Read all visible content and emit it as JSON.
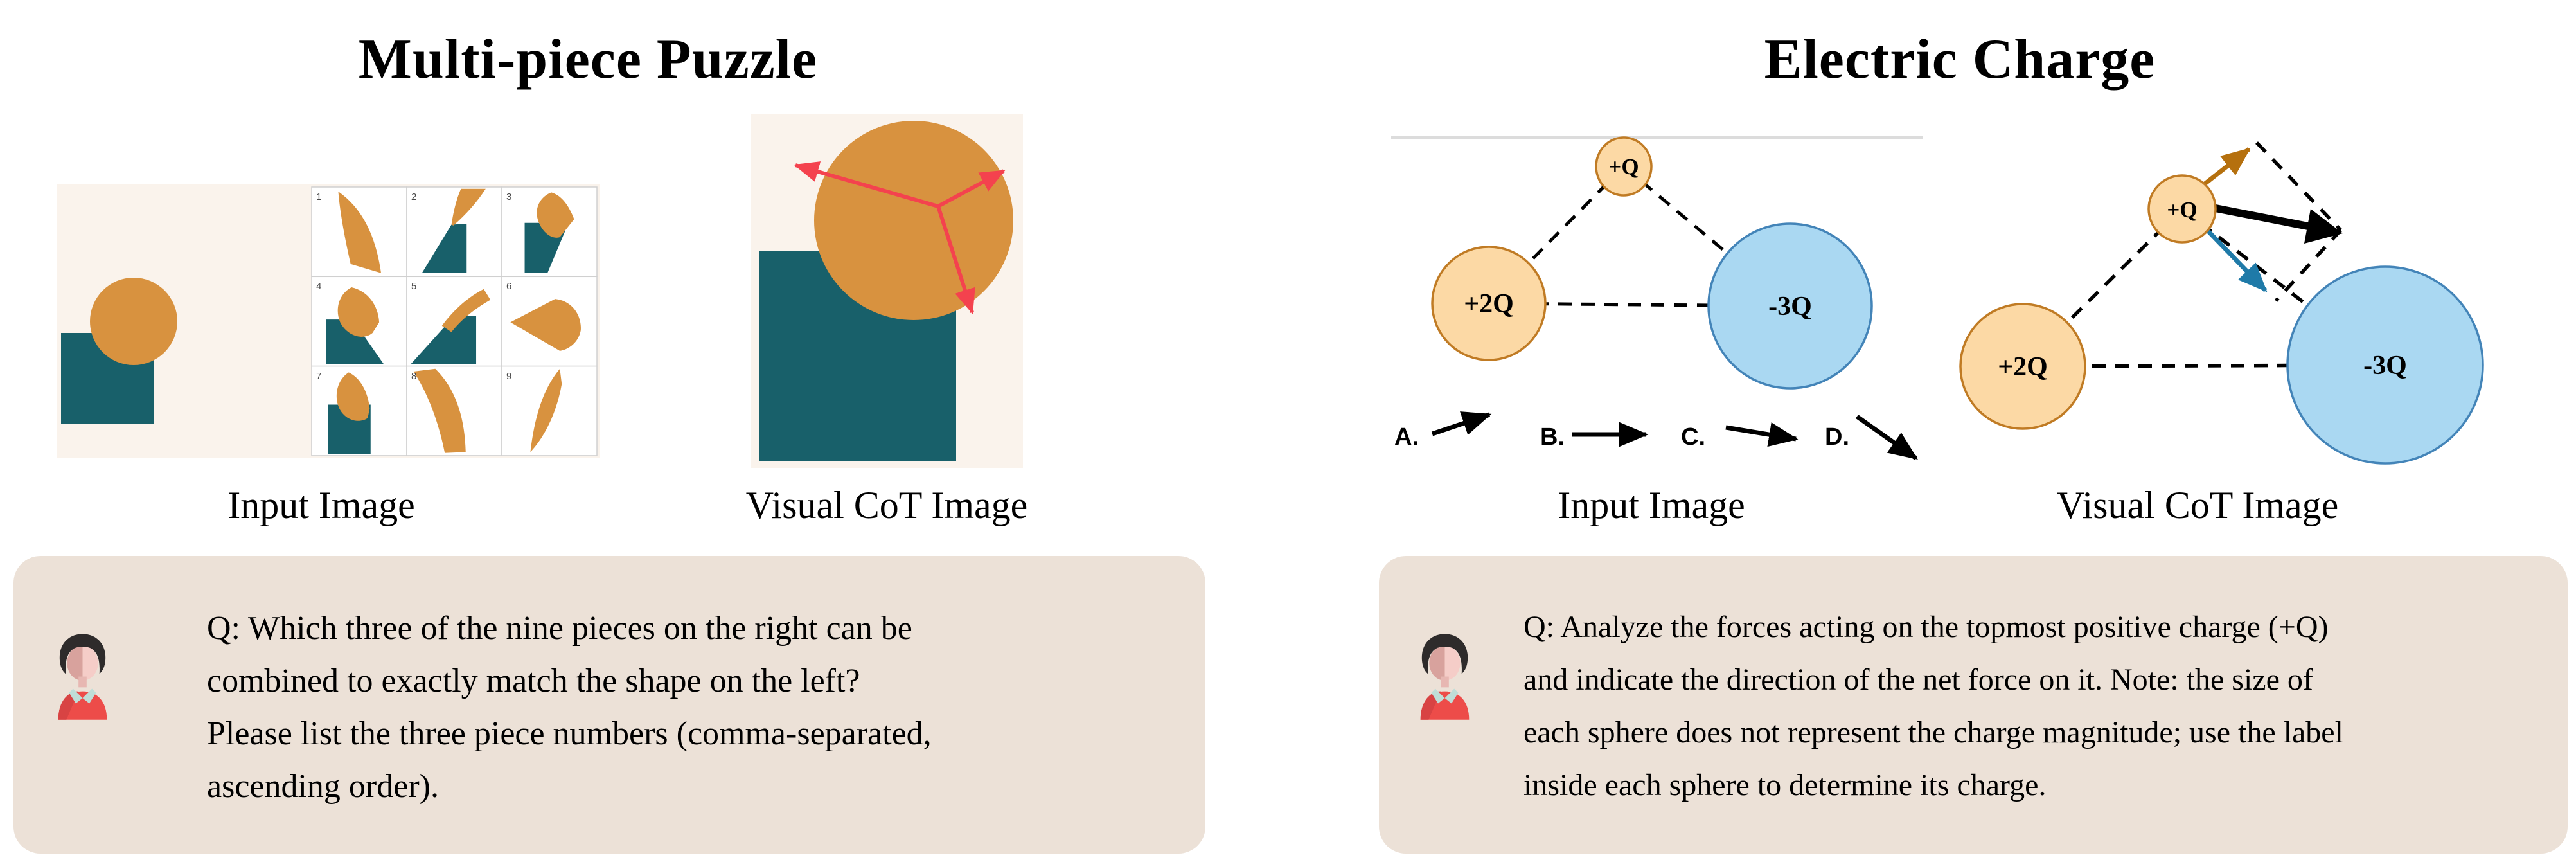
{
  "colors": {
    "teal": "#18606a",
    "orange": "#d8923f",
    "cream_bg": "#faf3ec",
    "red_arrow": "#f4424e",
    "box_bg": "#ece1d7",
    "charge_orange_fill": "#fcd9a5",
    "charge_orange_stroke": "#c07b24",
    "charge_blue_fill": "#aad8f2",
    "charge_blue_stroke": "#4384b8",
    "force_orange": "#b5700e",
    "force_blue": "#1f7aa8",
    "grid_line": "#d0d0d0",
    "top_rule_gray": "#dcdcdc"
  },
  "puzzle": {
    "title": "Multi-piece Puzzle",
    "input_label": "Input Image",
    "cot_label": "Visual CoT Image",
    "grid_numbers": [
      "1",
      "2",
      "3",
      "4",
      "5",
      "6",
      "7",
      "8",
      "9"
    ],
    "question_lines": [
      "Q: Which three of the nine pieces on the right can be",
      "combined to exactly match the shape on the left?",
      "Please list the three piece numbers (comma-separated,",
      "ascending order)."
    ]
  },
  "charge": {
    "title": "Electric Charge",
    "input_label": "Input Image",
    "cot_label": "Visual CoT Image",
    "labels": {
      "top": "+Q",
      "left": "+2Q",
      "right": "-3Q"
    },
    "options": [
      "A.",
      "B.",
      "C.",
      "D."
    ],
    "question_lines": [
      "Q: Analyze the forces acting on the topmost positive charge (+Q)",
      "and indicate the direction of the net force on it. Note: the size of",
      "each sphere does not represent the charge magnitude; use the label",
      "inside each sphere to determine its charge."
    ]
  }
}
